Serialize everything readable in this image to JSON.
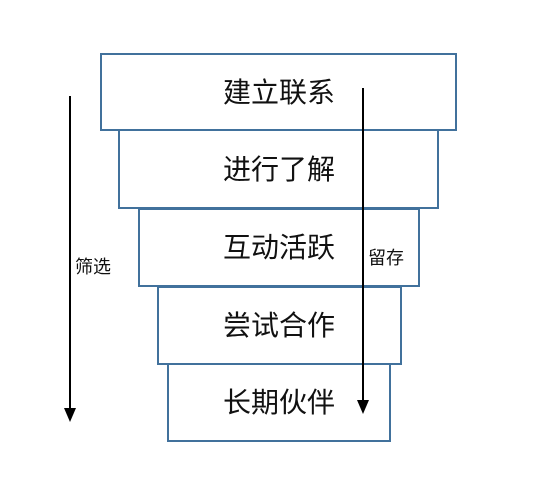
{
  "stages": [
    {
      "label": "建立联系"
    },
    {
      "label": "进行了解"
    },
    {
      "label": "互动活跃"
    },
    {
      "label": "尝试合作"
    },
    {
      "label": "长期伙伴"
    }
  ],
  "left_arrow": {
    "label": "筛选"
  },
  "right_arrow": {
    "label": "留存"
  },
  "colors": {
    "box_border": "#41719c",
    "arrow": "#000000",
    "text": "#111111"
  }
}
